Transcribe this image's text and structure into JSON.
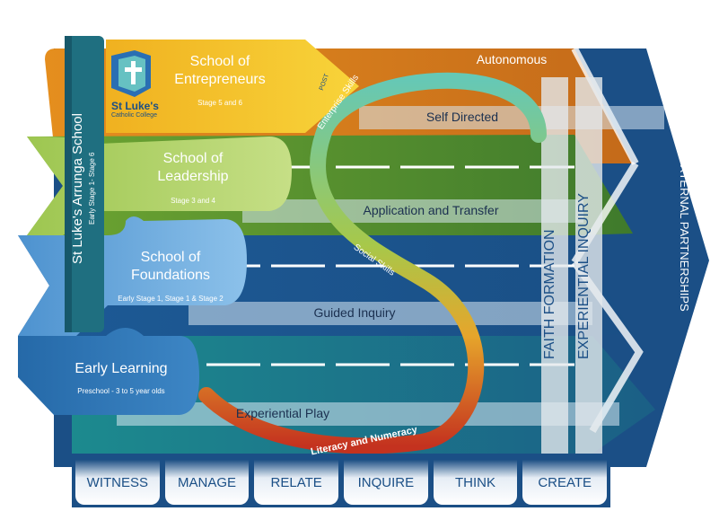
{
  "logo": {
    "name": "St Luke's",
    "subtitle": "Catholic College"
  },
  "side_banner": {
    "title": "St Luke's Arrunga School",
    "subtitle": "Early Stage 1- Stage 6"
  },
  "schools": [
    {
      "title_line1": "School of",
      "title_line2": "Entrepreneurs",
      "stages": "Stage 5 and 6",
      "tag": "POST"
    },
    {
      "title_line1": "School of",
      "title_line2": "Leadership",
      "stages": "Stage 3 and 4"
    },
    {
      "title_line1": "School of",
      "title_line2": "Foundations",
      "stages": "Early Stage 1, Stage 1 & Stage 2"
    },
    {
      "title_line1": "Early Learning",
      "stages": "Preschool - 3 to 5 year olds"
    }
  ],
  "levels": [
    "Autonomous",
    "Self Directed",
    "Application and Transfer",
    "Guided Inquiry",
    "Experiential Play"
  ],
  "skills_curve": [
    "Enterprise Skills",
    "Social Skills",
    "Literacy and Numeracy"
  ],
  "pillars": [
    "FAITH FORMATION",
    "EXPERIENTIAL INQUIRY"
  ],
  "right_label": "EXTERNAL PARTNERSHIPS",
  "capabilities": [
    "WITNESS",
    "MANAGE",
    "RELATE",
    "INQUIRE",
    "THINK",
    "CREATE"
  ],
  "colors": {
    "navy": "#1b4f86",
    "blue_light": "#6aa9d8",
    "green": "#7fb23a",
    "green_light": "#b9d77a",
    "orange": "#e6951f",
    "yellow": "#f5c722",
    "teal": "#1f7f88",
    "curve_start": "#63c6b6",
    "curve_end": "#c7341f"
  }
}
